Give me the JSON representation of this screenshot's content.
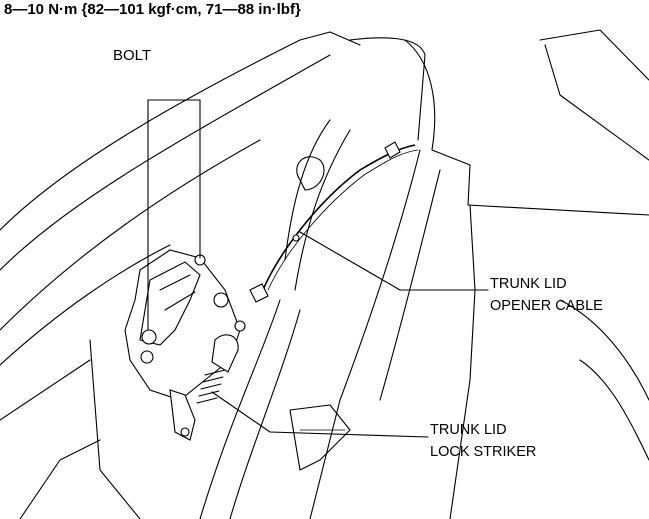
{
  "torque_spec": "8—10 N·m {82—101 kgf·cm, 71—88 in·lbf}",
  "labels": {
    "bolt": "BOLT",
    "cable_line1": "TRUNK LID",
    "cable_line2": "OPENER CABLE",
    "striker_line1": "TRUNK LID",
    "striker_line2": "LOCK STRIKER"
  }
}
